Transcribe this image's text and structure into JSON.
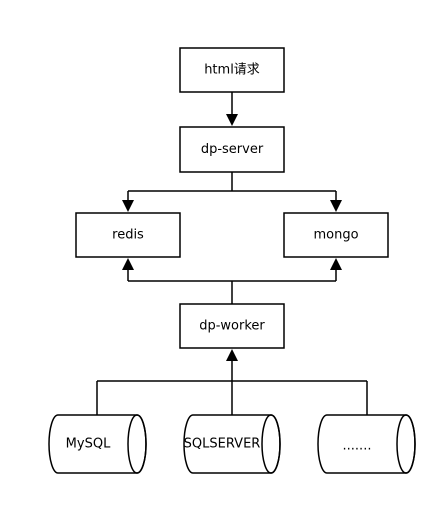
{
  "nodes": {
    "html_request": "html请求",
    "dp_server": "dp-server",
    "redis": "redis",
    "mongo": "mongo",
    "dp_worker": "dp-worker"
  },
  "databases": {
    "mysql": "MySQL",
    "sqlserver": "SQLSERVER",
    "more": "......."
  }
}
